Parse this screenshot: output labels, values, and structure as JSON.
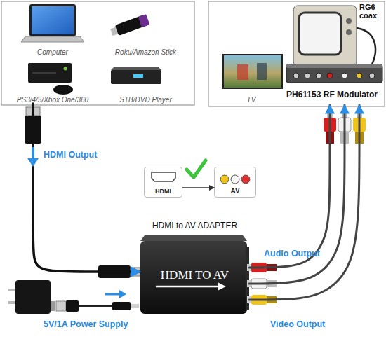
{
  "diagram": {
    "nodes": [
      {
        "text": [
          "Computer"
        ]
      },
      {
        "text": [
          "Roku/Amazon Stick"
        ]
      },
      {
        "text": [
          "PS3/4/5/Xbox One/360"
        ]
      },
      {
        "text": [
          "STB/DVD Player"
        ]
      },
      {
        "text": [
          "TV"
        ]
      },
      {
        "text": [
          "PH61153 RF Modulator"
        ]
      },
      {
        "text": [
          "HDMI"
        ]
      },
      {
        "text": [
          "AV"
        ]
      },
      {
        "text": [
          "HDMI to AV ADAPTER",
          "HDMI TO AV"
        ]
      }
    ],
    "edges": [
      {
        "from": 2,
        "to": 8,
        "arrow": "to"
      },
      {
        "from": 6,
        "to": 7,
        "arrow": "to"
      },
      {
        "from": 8,
        "to": 5,
        "arrow": "to"
      },
      {
        "from": 8,
        "to": 5,
        "arrow": "to"
      },
      {
        "from": 8,
        "to": 5,
        "arrow": "to"
      }
    ],
    "labels": [
      "RG6 coax",
      "HDMI Output",
      "Audio Output",
      "5V/1A Power Supply",
      "Video Output"
    ]
  }
}
